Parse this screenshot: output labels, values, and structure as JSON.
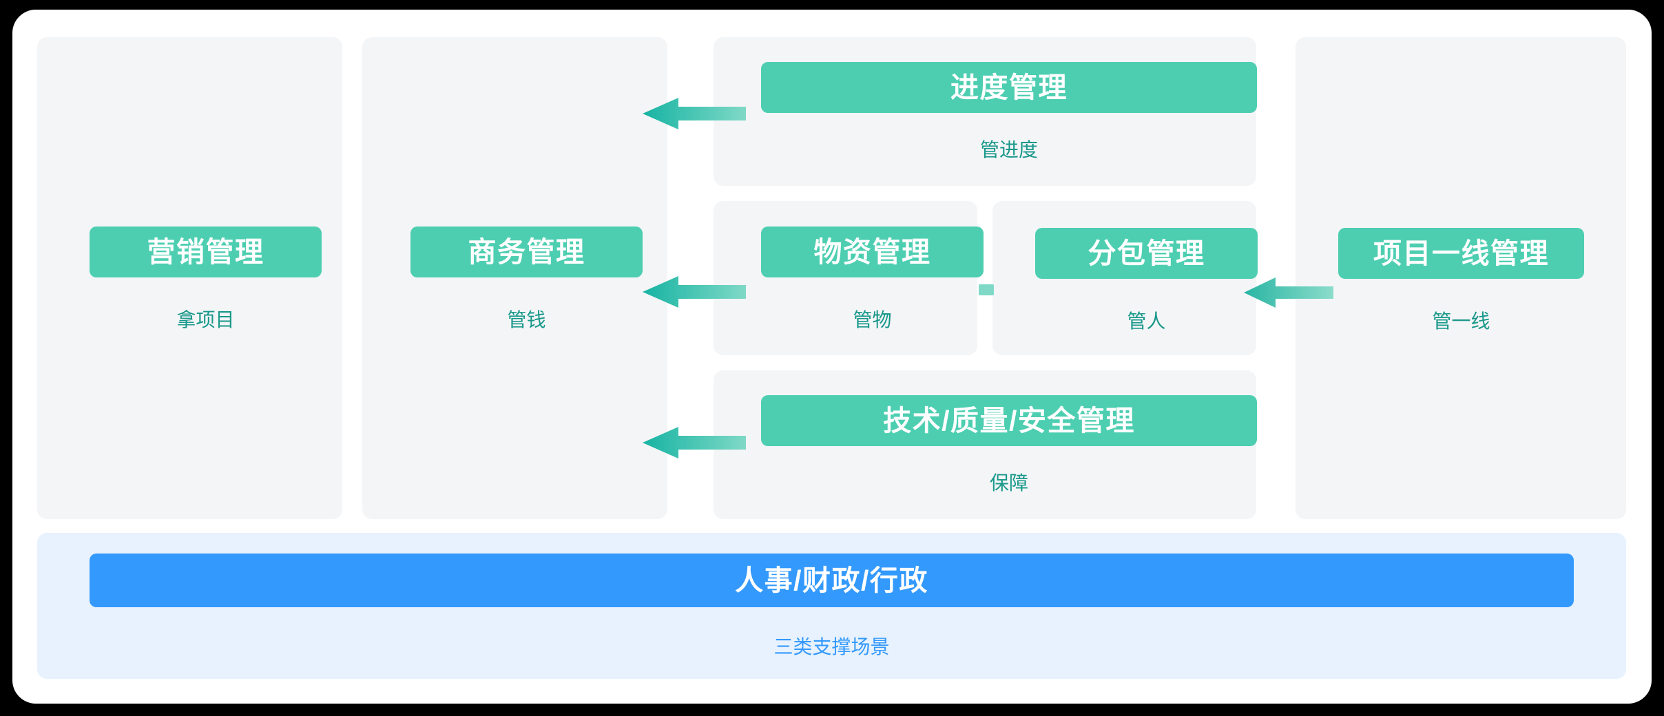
{
  "diagram": {
    "title_semantics": "construction-project-management-scene-map",
    "colors": {
      "primary_teal": "#4dceb1",
      "caption_teal": "#18988a",
      "arrow_dark_teal": "#17b3a3",
      "arrow_light_teal": "#7fd9c6",
      "panel_grey": "#f4f5f7",
      "support_blue": "#3399fc",
      "support_band_blue": "#e7f2fe",
      "page_white": "#ffffff",
      "frame_black": "#000000"
    },
    "columns": [
      {
        "id": "marketing",
        "pill_label": "营销管理",
        "caption": "拿项目"
      },
      {
        "id": "commerce",
        "pill_label": "商务管理",
        "caption": "管钱"
      },
      {
        "id": "frontline",
        "pill_label": "项目一线管理",
        "caption": "管一线"
      }
    ],
    "center_cards": [
      {
        "id": "schedule",
        "pill_label": "进度管理",
        "caption": "管进度"
      },
      {
        "id": "materials",
        "pill_label": "物资管理",
        "caption": "管物"
      },
      {
        "id": "subcontract",
        "pill_label": "分包管理",
        "caption": "管人"
      },
      {
        "id": "tech-quality-safety",
        "pill_label": "技术/质量/安全管理",
        "caption": "保障"
      }
    ],
    "arrows": [
      {
        "id": "schedule-to-commerce",
        "direction": "left",
        "tone": "dark"
      },
      {
        "id": "materials-to-commerce",
        "direction": "left",
        "tone": "dark"
      },
      {
        "id": "tech-to-commerce",
        "direction": "left",
        "tone": "dark"
      },
      {
        "id": "frontline-to-subcontract",
        "direction": "left",
        "tone": "light"
      }
    ],
    "support": {
      "bar_label": "人事/财政/行政",
      "caption": "三类支撑场景"
    }
  }
}
